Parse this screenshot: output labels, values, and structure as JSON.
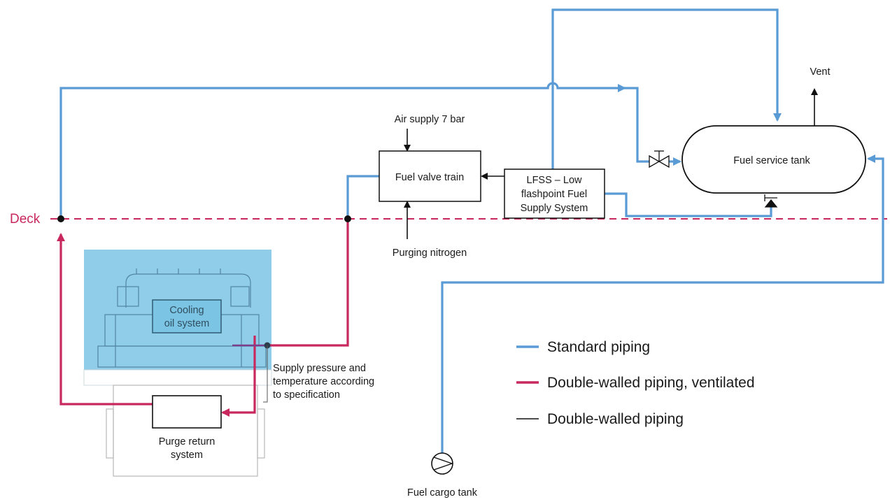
{
  "colors": {
    "standard_piping": "#5b9bd5",
    "double_walled_ventilated": "#c8285e",
    "double_walled": "#111111",
    "engine_fill": "#7cc4e4"
  },
  "labels": {
    "deck": "Deck",
    "vent": "Vent",
    "air_supply": "Air supply 7 bar",
    "fuel_valve_train": "Fuel valve train",
    "purging_nitrogen": "Purging nitrogen",
    "lfss_line1": "LFSS – Low",
    "lfss_line2": "flashpoint Fuel",
    "lfss_line3": "Supply System",
    "fuel_service_tank": "Fuel service tank",
    "cooling_line1": "Cooling",
    "cooling_line2": "oil system",
    "supply_line1": "Supply pressure and",
    "supply_line2": "temperature according",
    "supply_line3": "to specification",
    "purge_line1": "Purge return",
    "purge_line2": "system",
    "fuel_cargo_tank": "Fuel cargo tank"
  },
  "legend": {
    "standard": "Standard piping",
    "ventilated": "Double-walled piping, ventilated",
    "double": "Double-walled piping"
  }
}
